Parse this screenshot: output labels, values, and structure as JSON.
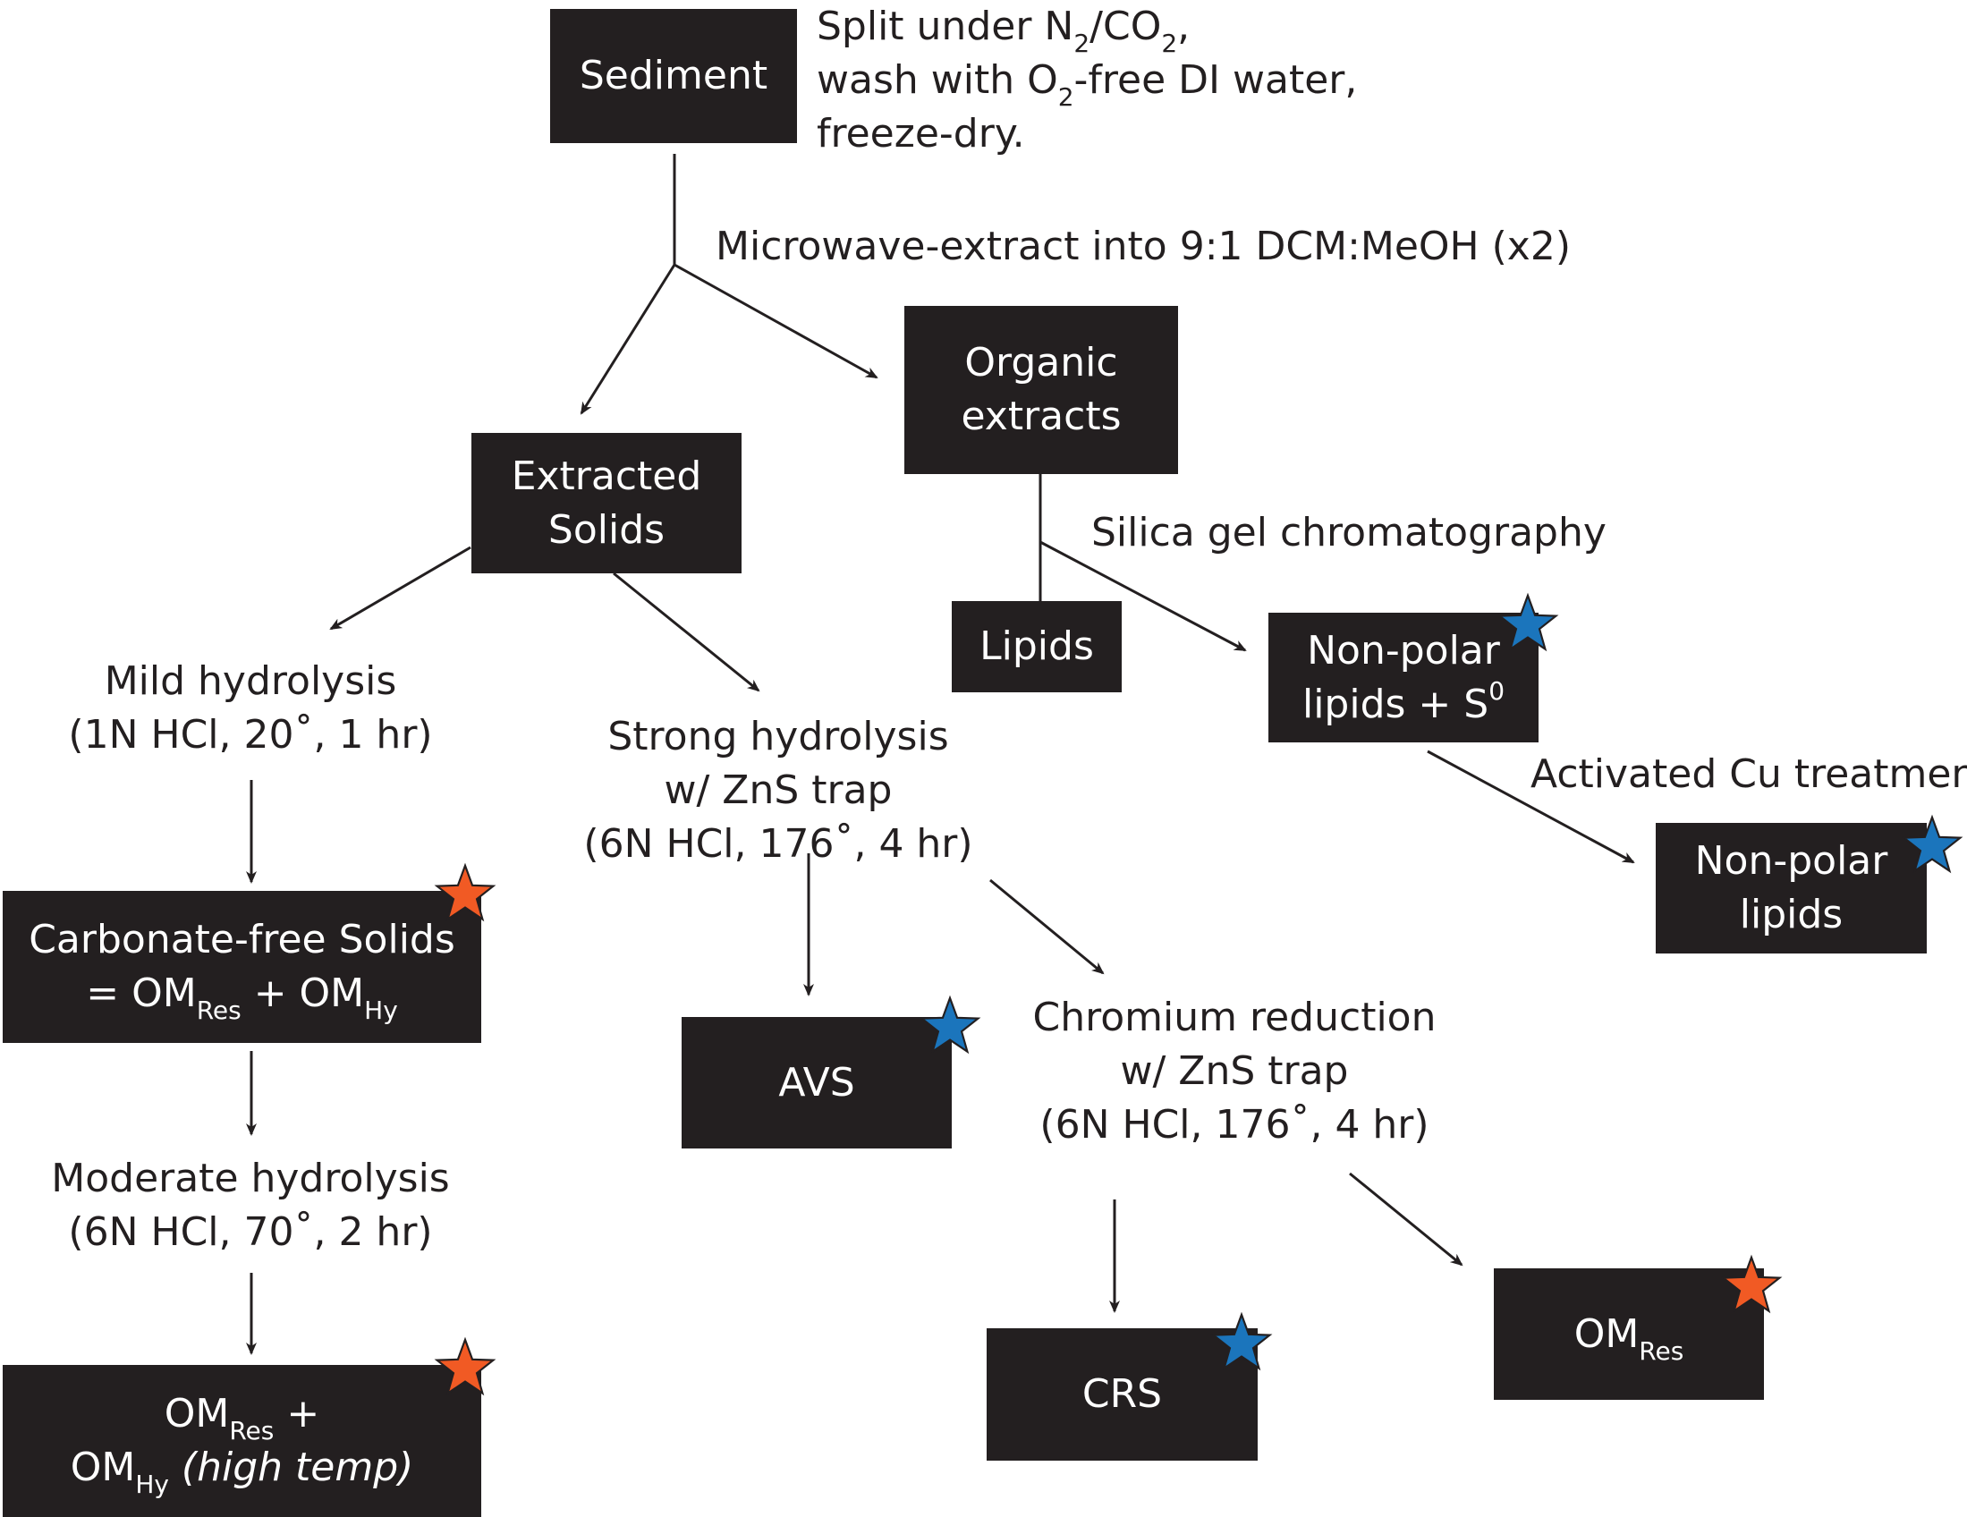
{
  "boxes": {
    "sediment": "Sediment",
    "organic_extracts": [
      "Organic",
      "extracts"
    ],
    "extracted_solids": [
      "Extracted",
      "Solids"
    ],
    "lipids": "Lipids",
    "nonpolar_s0": {
      "l1": "Non-polar",
      "l2": "lipids + S",
      "sup": "0"
    },
    "nonpolar": [
      "Non-polar",
      "lipids"
    ],
    "carbonate_free": {
      "l1": "Carbonate-free Solids",
      "eq": "= OM",
      "res": "Res",
      "plus": " + OM",
      "hy": "Hy"
    },
    "avs": "AVS",
    "crs": "CRS",
    "om_res": {
      "om": "OM",
      "res": "Res"
    },
    "om_high": {
      "om1": "OM",
      "res": "Res",
      "plus": " +",
      "om2": "OM",
      "hy": "Hy",
      "italic": " (high temp)"
    }
  },
  "labels": {
    "split": {
      "a": "Split under N",
      "a_sub": "2",
      "b": "/CO",
      "b_sub": "2",
      "c": ",",
      "l2a": "wash with O",
      "l2_sub": "2",
      "l2b": "-free DI water,",
      "l3": "freeze-dry."
    },
    "microwave": "Microwave-extract into  9:1 DCM:MeOH (x2)",
    "silica": "Silica gel chromatography",
    "activated_cu": "Activated Cu treatment",
    "mild": [
      "Mild hydrolysis",
      "(1N HCl, 20˚, 1 hr)"
    ],
    "strong": [
      "Strong hydrolysis",
      "w/ ZnS trap",
      "(6N HCl, 176˚, 4 hr)"
    ],
    "moderate": [
      "Moderate hydrolysis",
      "(6N HCl, 70˚, 2 hr)"
    ],
    "chromium": [
      "Chromium reduction",
      "w/ ZnS trap",
      "(6N HCl, 176˚, 4 hr)"
    ]
  },
  "colors": {
    "box": "#231f20",
    "line": "#231f20",
    "star_orange": "#f15a24",
    "star_blue": "#1b75bc"
  },
  "stars": [
    {
      "target": "carbonate-free-solids",
      "color": "orange"
    },
    {
      "target": "om-res-high-temp",
      "color": "orange"
    },
    {
      "target": "om-res",
      "color": "orange"
    },
    {
      "target": "non-polar-lipids-s0",
      "color": "blue"
    },
    {
      "target": "non-polar-lipids",
      "color": "blue"
    },
    {
      "target": "avs",
      "color": "blue"
    },
    {
      "target": "crs",
      "color": "blue"
    }
  ]
}
